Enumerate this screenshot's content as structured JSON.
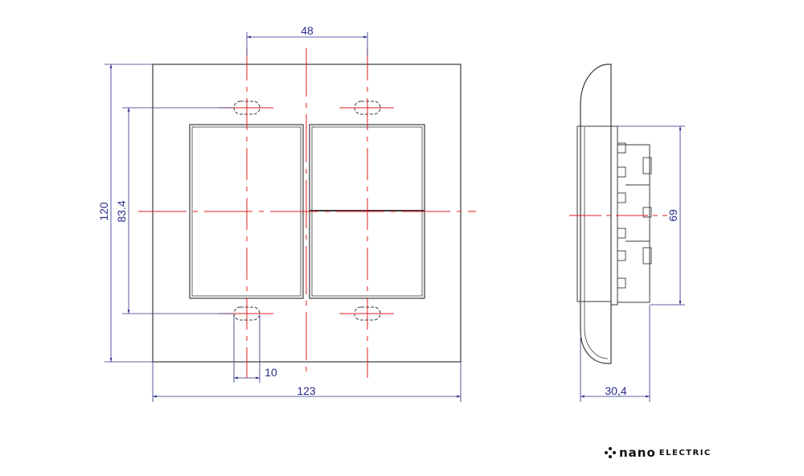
{
  "drawing": {
    "dimensions": {
      "pitch": "48",
      "height_outer": "120",
      "height_inner": "83.4",
      "slot_width": "10",
      "width_outer": "123",
      "side_height": "69",
      "depth": "30,4"
    }
  },
  "brand": {
    "name": "nano",
    "tagline": "ELECTRIC"
  },
  "colors": {
    "outline": "#3a3a3a",
    "centerline": "#e0201c",
    "dimension": "#2b2b8a"
  }
}
